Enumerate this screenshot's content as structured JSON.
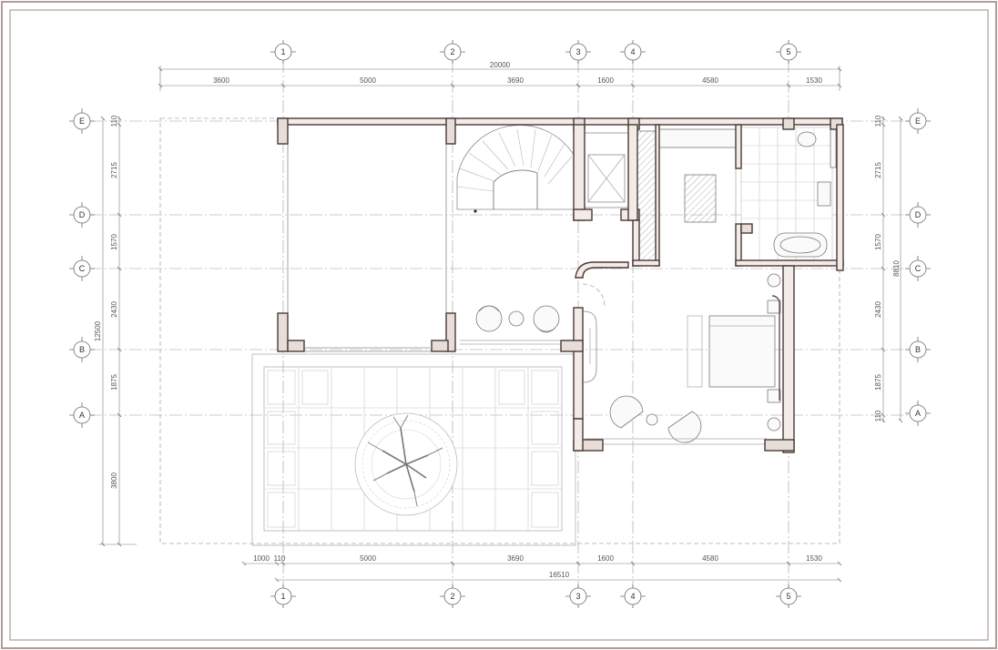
{
  "axes_horizontal": [
    "1",
    "2",
    "3",
    "4",
    "5"
  ],
  "axes_vertical": [
    "E",
    "D",
    "C",
    "B",
    "A"
  ],
  "dims_top_overall": "20000",
  "dims_top": [
    "3600",
    "5000",
    "3690",
    "1600",
    "4580",
    "1530"
  ],
  "dims_bottom": [
    "1000",
    "110",
    "5000",
    "3690",
    "1600",
    "4580",
    "1530"
  ],
  "dims_bottom_overall": "16510",
  "dims_left": [
    "110",
    "2715",
    "1570",
    "2430",
    "1875",
    "3800"
  ],
  "dims_left_overall": "12500",
  "dims_right": [
    "110",
    "2715",
    "1570",
    "2430",
    "1875",
    "110"
  ],
  "dims_right_overall": "8810",
  "colors": {
    "frame": "#b19c97",
    "wall": "#4a3a36",
    "wall_fill": "#f2ebe8"
  }
}
